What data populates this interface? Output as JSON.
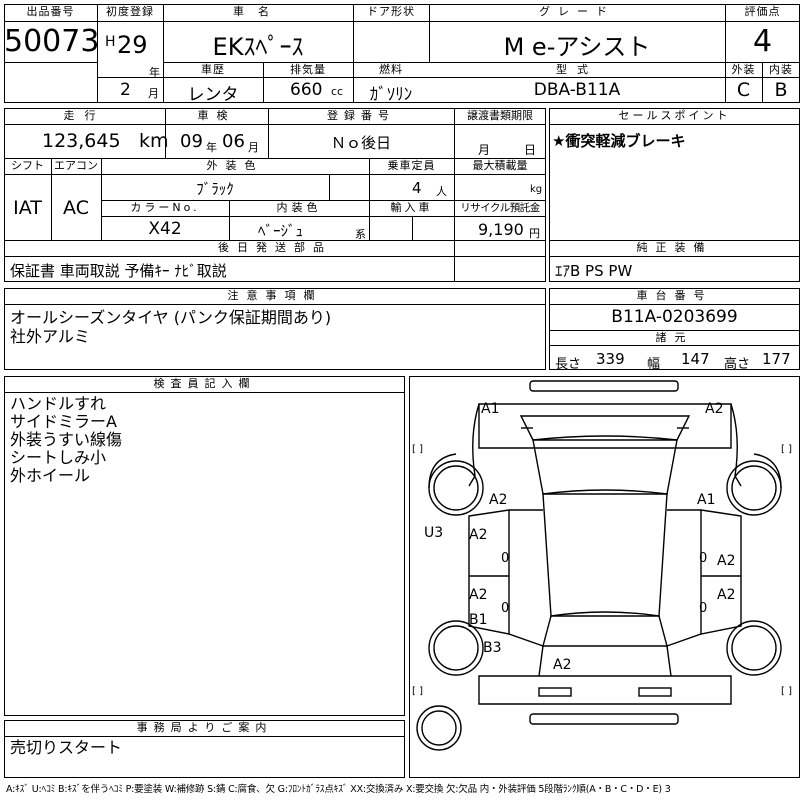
{
  "header": {
    "lot_label": "出品番号",
    "lot_number": "50073",
    "first_reg_label": "初度登録",
    "era": "H",
    "reg_year": "29",
    "year_unit": "年",
    "reg_month": "2",
    "month_unit": "月",
    "car_name_label": "車名",
    "car_name": "EKｽﾍﾟｰｽ",
    "door_label": "ドア形状",
    "door_value": "",
    "grade_label": "グレード",
    "grade": "M e-アシスト",
    "score_label": "評価点",
    "score": "4",
    "history_label": "車歴",
    "history": "レンタ",
    "displacement_label": "排気量",
    "displacement": "660",
    "cc_unit": "cc",
    "fuel_label": "燃料",
    "fuel": "ｶﾞｿﾘﾝ",
    "model_label": "型式",
    "model": "DBA-B11A",
    "exterior_label": "外装",
    "exterior_grade": "C",
    "interior_label": "内装",
    "interior_grade": "B"
  },
  "details": {
    "mileage_label": "走行",
    "mileage": "123,645",
    "km_unit": "km",
    "inspection_label": "車検",
    "inspection_year": "09",
    "inspection_year_unit": "年",
    "inspection_month": "06",
    "inspection_month_unit": "月",
    "plate_label": "登録番号",
    "plate": "Ｎｏ後日",
    "transfer_label": "譲渡書類期限",
    "transfer_month_unit": "月",
    "transfer_day": "日",
    "shift_label": "シフト",
    "shift": "IAT",
    "ac_label": "エアコン",
    "ac": "AC",
    "color_label": "外装色",
    "color": "ﾌﾞﾗｯｸ",
    "capacity_label": "乗車定員",
    "capacity": "4",
    "capacity_unit": "人",
    "load_label": "最大積載量",
    "load_unit": "kg",
    "color_no_label": "カラーNo.",
    "color_no": "X42",
    "interior_color_label": "内装色",
    "interior_color": "ﾍﾞｰｼﾞｭ",
    "interior_color_unit": "系",
    "import_label": "輸入車",
    "recycle_label": "リサイクル預託金",
    "recycle": "9,190",
    "recycle_unit": "円",
    "later_label": "後日発送部品",
    "later_parts": "保証書 車両取説 予備ｷｰ ﾅﾋﾞ取説",
    "sales_label": "セールスポイント",
    "sales_point": "★衝突軽減ブレーキ",
    "equipment_label": "純正装備",
    "equipment": "ｴｱB PS PW"
  },
  "notes": {
    "caution_label": "注意事項欄",
    "caution_lines": [
      "オールシーズンタイヤ (パンク保証期間あり)",
      "社外アルミ"
    ],
    "chassis_label": "車台番号",
    "chassis": "B11A-0203699",
    "spec_label": "諸元",
    "length_label": "長さ",
    "length": "339",
    "width_label": "幅",
    "width": "147",
    "height_label": "高さ",
    "height": "177",
    "inspector_label": "検査員記入欄",
    "inspector_lines": [
      "ハンドルすれ",
      "サイドミラーA",
      "外装うすい線傷",
      "シートしみ小",
      "外ホイール"
    ],
    "office_label": "事務局よりご案内",
    "office_note": "売切りスタート"
  },
  "diagram": {
    "marks": [
      {
        "code": "A1",
        "at": "front-left"
      },
      {
        "code": "A2",
        "at": "front-right"
      },
      {
        "code": "A2",
        "at": "bonnet"
      },
      {
        "code": "A1",
        "at": "right-front-fender"
      },
      {
        "code": "U3",
        "at": "left-side"
      },
      {
        "code": "A2",
        "at": "left-front-door"
      },
      {
        "code": "A2",
        "at": "right-front-door"
      },
      {
        "code": "A2",
        "at": "left-rear-door"
      },
      {
        "code": "B1",
        "at": "left-rear-door-lower"
      },
      {
        "code": "A2",
        "at": "right-rear-door"
      },
      {
        "code": "B3",
        "at": "left-rear-fender"
      },
      {
        "code": "A2",
        "at": "rear-hatch"
      }
    ],
    "bracket": "[ ]",
    "zero": "0"
  },
  "legend": "A:ｷｽﾞ U:ﾍｺﾐ B:ｷｽﾞを伴うﾍｺﾐ P:要塗装 W:補修跡 S:錆 C:腐食、欠 G:ﾌﾛﾝﾄｶﾞﾗｽ点ｷｽﾞ XX:交換済み X:要交換 欠:欠品 内・外装評価 5段階ﾗﾝｸ順(A・B・C・D・E) 3"
}
